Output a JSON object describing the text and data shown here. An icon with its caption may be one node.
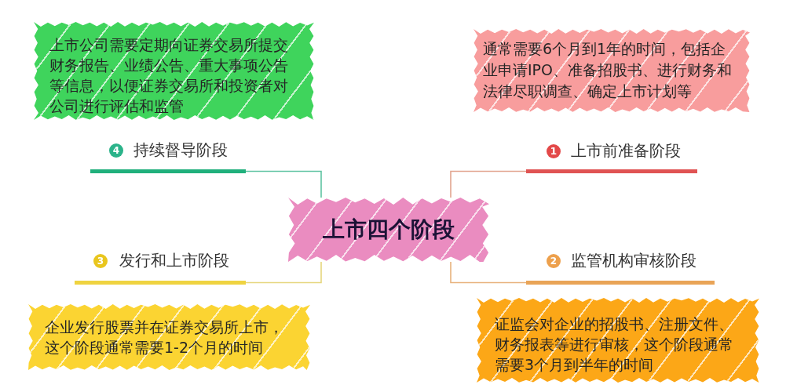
{
  "diagram": {
    "nodes": [
      {
        "text": [
          "上市公司需要定期向证券交易所提交财务报告、业绩公告、重大事项公告等信息，以便证券交易所和投资者对公司进行评估和监管"
        ]
      },
      {
        "text": [
          "通常需要6个月到1年的时间，包括企业申请IPO、准备招股书、进行财务和法律尽职调查、确定上市计划等"
        ]
      },
      {
        "text": [
          "4",
          "持续督导阶段"
        ]
      },
      {
        "text": [
          "1",
          "上市前准备阶段"
        ]
      },
      {
        "text": [
          "上市四个阶段"
        ]
      },
      {
        "text": [
          "3",
          "发行和上市阶段"
        ]
      },
      {
        "text": [
          "2",
          "监管机构审核阶段"
        ]
      },
      {
        "text": [
          "企业发行股票并在证券交易所上市，这个阶段通常需要1-2个月的时间"
        ]
      },
      {
        "text": [
          "证监会对企业的招股书、注册文件、财务报表等进行审核，这个阶段通常需要3个月到半年的时间"
        ]
      }
    ],
    "edges": [
      {
        "from": 4,
        "to": 3,
        "arrow": "none",
        "color": "#e2a58f"
      },
      {
        "from": 4,
        "to": 6,
        "arrow": "none",
        "color": "#e8b27c"
      },
      {
        "from": 4,
        "to": 5,
        "arrow": "none",
        "color": "#e6d67e"
      },
      {
        "from": 4,
        "to": 2,
        "arrow": "none",
        "color": "#5fc3a2"
      }
    ]
  }
}
